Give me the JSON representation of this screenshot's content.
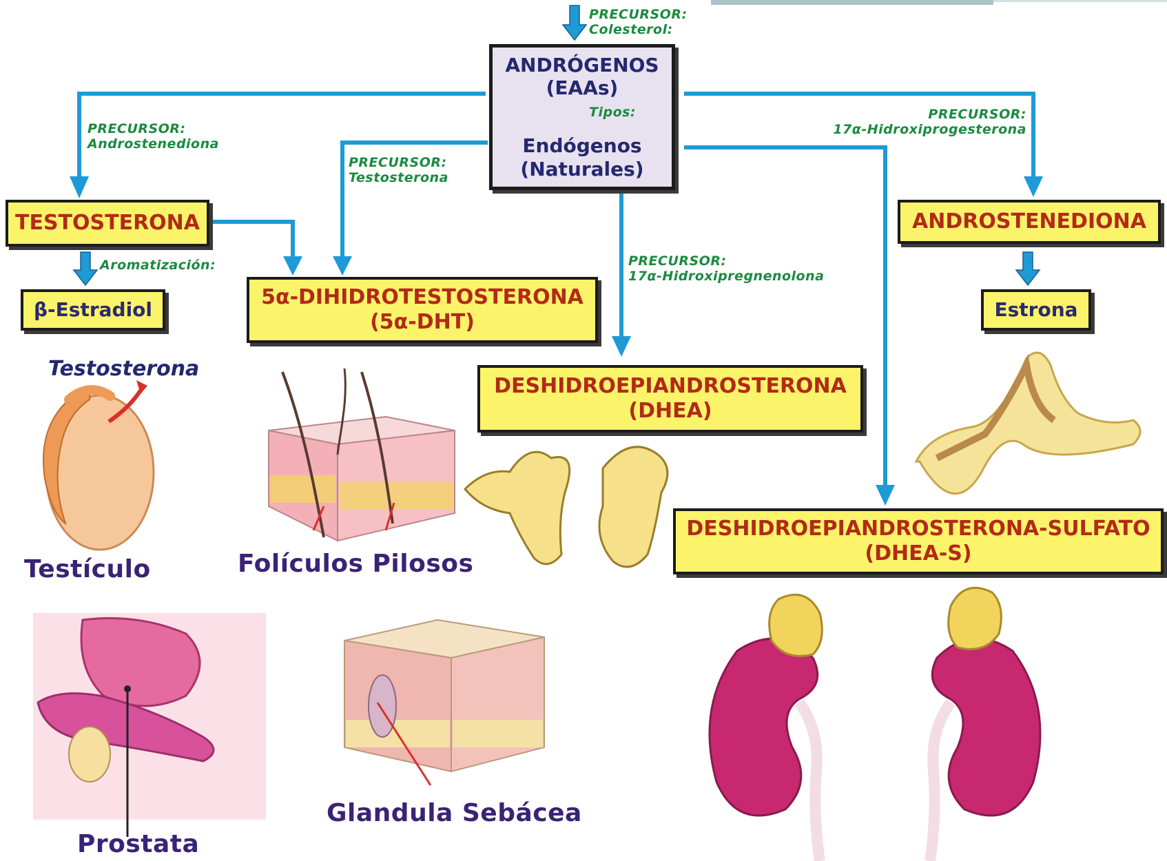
{
  "header": {
    "precursor_label": "PRECURSOR:",
    "precursor_value": "Colesterol:"
  },
  "central": {
    "line1": "ANDRÓGENOS",
    "line2": "(EAAs)",
    "tipos_label": "Tipos:",
    "line3": "Endógenos",
    "line4": "(Naturales)"
  },
  "nodes": {
    "testosterona": "TESTOSTERONA",
    "estradiol": "β-Estradiol",
    "dht_line1": "5α-DIHIDROTESTOSTERONA",
    "dht_line2": "(5α-DHT)",
    "dhea_line1": "DESHIDROEPIANDROSTERONA",
    "dhea_line2": "(DHEA)",
    "dheas_line1": "DESHIDROEPIANDROSTERONA-SULFATO",
    "dheas_line2": "(DHEA-S)",
    "androstenediona": "ANDROSTENEDIONA",
    "estrona": "Estrona"
  },
  "edge_labels": {
    "to_testosterona_title": "PRECURSOR:",
    "to_testosterona_value": "Androstenediona",
    "to_dht_title": "PRECURSOR:",
    "to_dht_value": "Testosterona",
    "to_dhea_title": "PRECURSOR:",
    "to_dhea_value": "17α-Hidroxipregnenolona",
    "to_andro_title": "PRECURSOR:",
    "to_andro_value": "17α-Hidroxiprogesterona",
    "aromatizacion": "Aromatización:"
  },
  "organs": {
    "testiculo": "Testículo",
    "testosterona_annotation": "Testosterona",
    "foliculos": "Folículos Pilosos",
    "prostata": "Prostata",
    "glandula": "Glandula Sebácea"
  },
  "colors": {
    "arrow": "#1e9ad6",
    "box_yellow": "#fbf46a",
    "box_lavender": "#e8e2f0",
    "text_red": "#b22a18",
    "text_navy": "#232870",
    "label_green": "#1b8a3f",
    "organ_purple": "#3a2376",
    "kidney": "#c7286f",
    "adrenal": "#f2d35c"
  }
}
